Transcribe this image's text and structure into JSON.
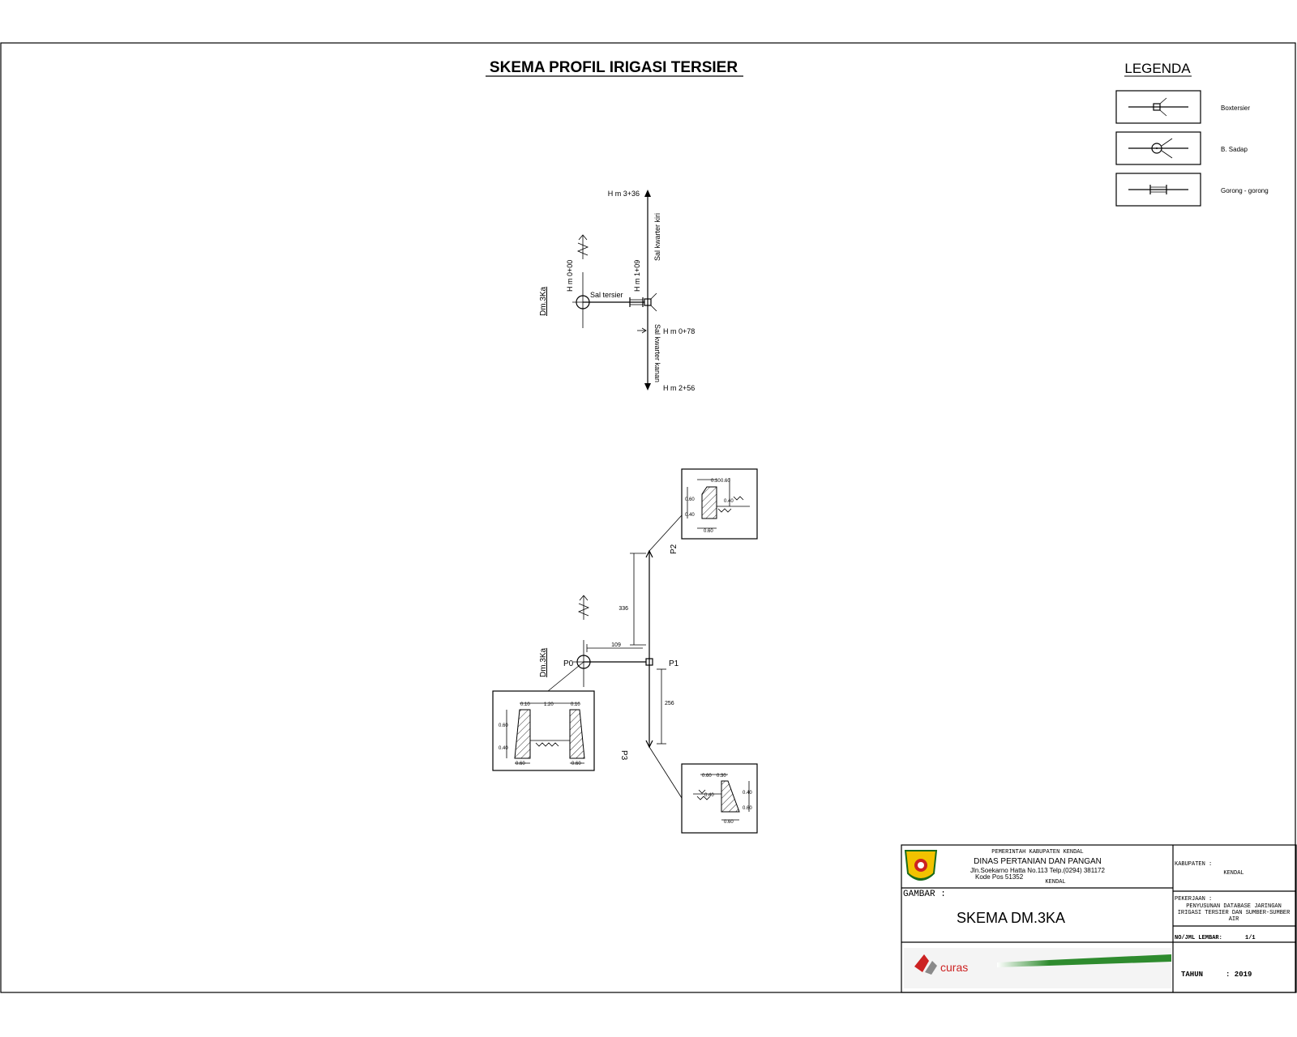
{
  "title": "SKEMA PROFIL IRIGASI TERSIER",
  "legend": {
    "heading": "LEGENDA",
    "items": [
      {
        "label": "Boxtersier",
        "icon": "box-tersier-symbol-icon"
      },
      {
        "label": "B. Sadap",
        "icon": "bangunan-sadap-symbol-icon"
      },
      {
        "label": "Gorong - gorong",
        "icon": "culvert-symbol-icon"
      }
    ]
  },
  "scheme": {
    "dm_label": "Dm.3Ka",
    "hm_top": "H m 3+36",
    "hm_0": "H m 0+00",
    "hm_109": "H m 1+09",
    "hm_078": "H m 0+78",
    "hm_256": "H m 2+56",
    "sal_tersier": "Sal tersier",
    "sal_kwarter_kiri": "Sal kwarter kiri",
    "sal_kwarter_kanan": "Sal kwarter kanan"
  },
  "profile": {
    "dm_label": "Dm.3Ka",
    "points": {
      "p0": "P0",
      "p1": "P1",
      "p2": "P2",
      "p3": "P3"
    },
    "dims": {
      "d_up": "336",
      "d_left": "109",
      "d_down": "256"
    },
    "section_p0": {
      "top_left": "0.10",
      "top_mid": "1.20",
      "top_right": "0.10",
      "h1": "0.60",
      "h2": "0.40",
      "b_left": "0.60",
      "b_right": "0.60"
    },
    "section_p2": {
      "top": "0.30",
      "top2": "0.60",
      "h1": "0.60",
      "h2": "0.40",
      "side": "0.40",
      "bottom": "0.60"
    },
    "section_p3": {
      "top": "0.60",
      "top2": "0.30",
      "h1": "0.40",
      "h2": "0.60",
      "side": "0.40",
      "bottom": "0.60"
    }
  },
  "titleblock": {
    "gov": "PEMERINTAH KABUPATEN KENDAL",
    "dept": "DINAS PERTANIAN DAN PANGAN",
    "address": "Jln.Soekarno Hatta No.113 Telp.(0294) 381172",
    "postcode": "Kode Pos 51352",
    "city": "KENDAL",
    "kabupaten_label": "KABUPATEN :",
    "kabupaten_value": "KENDAL",
    "gambar_label": "GAMBAR :",
    "gambar_value": "SKEMA DM.3KA",
    "pekerjaan_label": "PEKERJAAN :",
    "pekerjaan_value_1": "PENYUSUNAN DATABASE JARINGAN",
    "pekerjaan_value_2": "IRIGASI TERSIER DAN SUMBER-SUMBER",
    "pekerjaan_value_3": "AIR",
    "lembar_label": "NO/JML LEMBAR:",
    "lembar_value": "1/1",
    "tahun_label": "TAHUN",
    "tahun_value": ": 2019",
    "consultant_logo_text": "curas"
  },
  "colors": {
    "ink": "#000000",
    "logo_green": "#2e8b2e",
    "logo_red": "#cc2222"
  }
}
